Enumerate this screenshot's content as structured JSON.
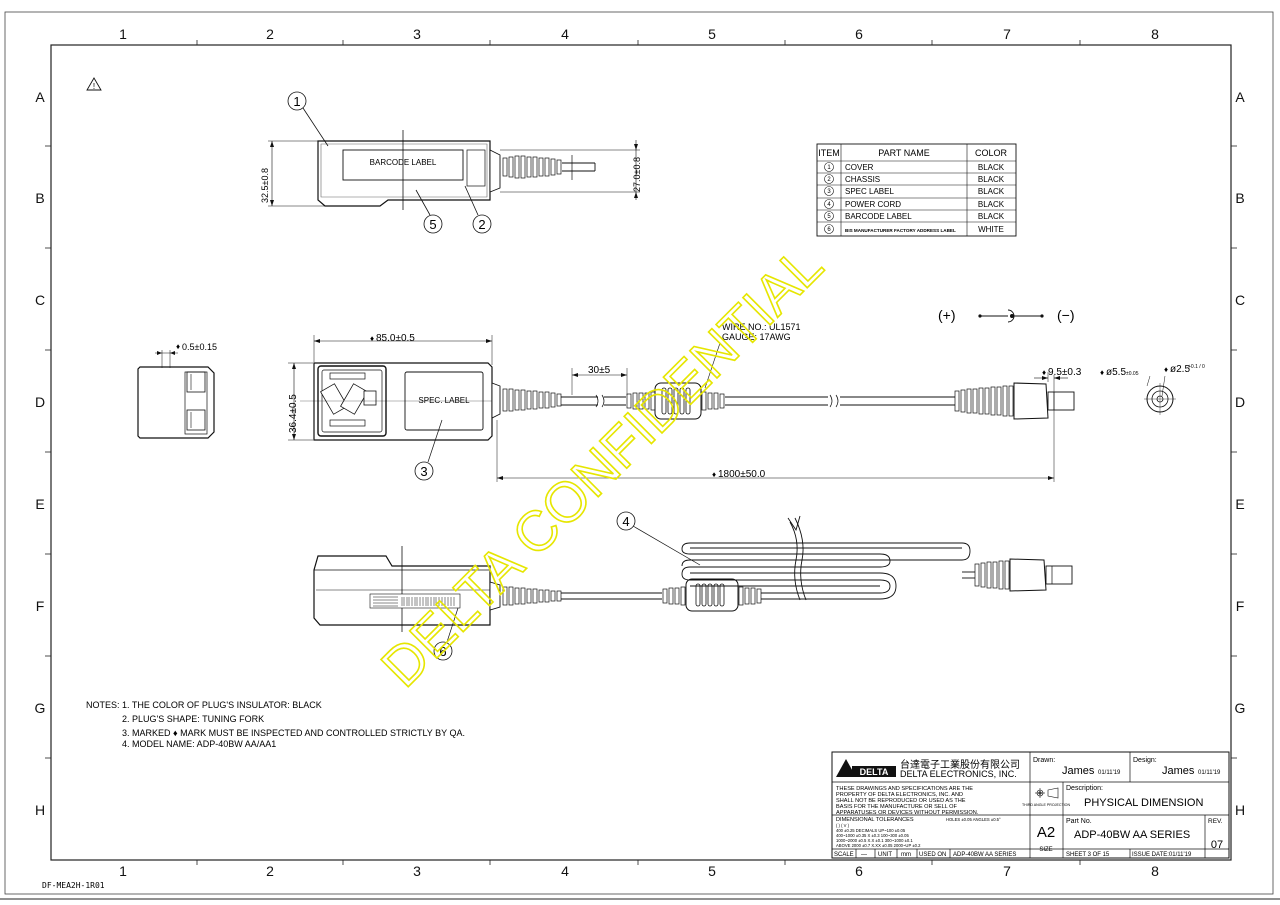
{
  "grid": {
    "columns": [
      "1",
      "2",
      "3",
      "4",
      "5",
      "6",
      "7",
      "8"
    ],
    "rows": [
      "A",
      "B",
      "C",
      "D",
      "E",
      "F",
      "G",
      "H"
    ]
  },
  "caution_mark": "!",
  "watermark": "DELTA CONFIDENTIAL",
  "callouts": [
    "1",
    "2",
    "3",
    "4",
    "5",
    "6"
  ],
  "top_view": {
    "barcode_label": "BARCODE LABEL",
    "dim_height": "32.5±0.8",
    "dim_strain_relief": "27.0±0.8"
  },
  "side_view": {
    "dim_prong": "0.5±0.15"
  },
  "front_view": {
    "spec_label": "SPEC. LABEL",
    "dim_length": "85.0±0.5",
    "dim_height": "36.4±0.5",
    "wire_no": "WIRE NO.: UL1571",
    "gauge": "GAUGE: 17AWG",
    "dim_ferrite": "30±5",
    "dim_cord": "1800±50.0",
    "dim_plug": "9.5±0.3",
    "dim_plug_od": "ø5.5",
    "dim_plug_od_tol": "±0.05",
    "dim_plug_id": "ø2.5",
    "dim_plug_id_tol": "+0.1 / 0",
    "polarity_plus": "(+)",
    "polarity_minus": "(−)"
  },
  "parts_table": {
    "headers": [
      "ITEM",
      "PART NAME",
      "COLOR"
    ],
    "rows": [
      {
        "item": "1",
        "name": "COVER",
        "color": "BLACK"
      },
      {
        "item": "2",
        "name": "CHASSIS",
        "color": "BLACK"
      },
      {
        "item": "3",
        "name": "SPEC LABEL",
        "color": "BLACK"
      },
      {
        "item": "4",
        "name": "POWER CORD",
        "color": "BLACK"
      },
      {
        "item": "5",
        "name": "BARCODE LABEL",
        "color": "BLACK"
      },
      {
        "item": "6",
        "name": "BIS MANUFACTURER FACTORY ADDRESS LABEL",
        "color": "WHITE"
      }
    ]
  },
  "notes": {
    "heading": "NOTES:",
    "items": [
      "1. THE COLOR OF PLUG'S INSULATOR: BLACK",
      "2. PLUG'S SHAPE: TUNING FORK",
      "3. MARKED ♦ MARK MUST BE INSPECTED AND CONTROLLED STRICTLY BY QA.",
      "4. MODEL NAME: ADP-40BW AA/AA1"
    ]
  },
  "title_block": {
    "logo": "DELTA",
    "company_cn": "台達電子工業股份有限公司",
    "company_en": "DELTA ELECTRONICS, INC.",
    "drawn_label": "Drawn:",
    "drawn_name": "James",
    "drawn_date": "01/11'19",
    "design_label": "Design:",
    "design_name": "James",
    "design_date": "01/11'19",
    "property_notice": [
      "THESE DRAWINGS AND SPECIFICATIONS ARE THE",
      "PROPERTY OF DELTA ELECTRONICS, INC. AND",
      "SHALL NOT BE REPRODUCED OR USED AS THE",
      "BASIS FOR THE MANUFACTURE OR SELL OF",
      "APPARATUSES OR DEVICES WITHOUT PERMISSION."
    ],
    "projection_label": "THIRD ANGLE PROJECTION",
    "description_label": "Description:",
    "description": "PHYSICAL DIMENSION",
    "tolerances_label": "DIMENSIONAL TOLERANCES",
    "tolerances_holes_label": "HOLES ±0.05   ANGLES ±0.5°",
    "tolerances_rows": [
      "(  )        ( V )",
      "400    ±0.25   DECIMALS   UP~100 ±0.05",
      "400~1000 ±0.35   X  ±0.3   100~300 ±0.05",
      "1000~2000 ±0.5   X.X ±0.1   300~1000 ±0.1",
      "ABOVE 2000 ±0.7   X.XX ±0.05   2000~UP ±0.2"
    ],
    "size_code": "A2",
    "size_label": "SIZE",
    "part_no_label": "Part No.",
    "part_no": "ADP-40BW AA SERIES",
    "rev_label": "REV.",
    "rev": "07",
    "scale_label": "SCALE",
    "scale": "—",
    "unit_label": "UNIT",
    "unit": "mm",
    "used_on_label": "USED ON",
    "used_on": "ADP-40BW AA SERIES",
    "sheet": "SHEET  3  OF  15",
    "issue_date": "ISSUE DATE:01/11'19"
  },
  "form_code": "DF-MEA2H-1R01"
}
